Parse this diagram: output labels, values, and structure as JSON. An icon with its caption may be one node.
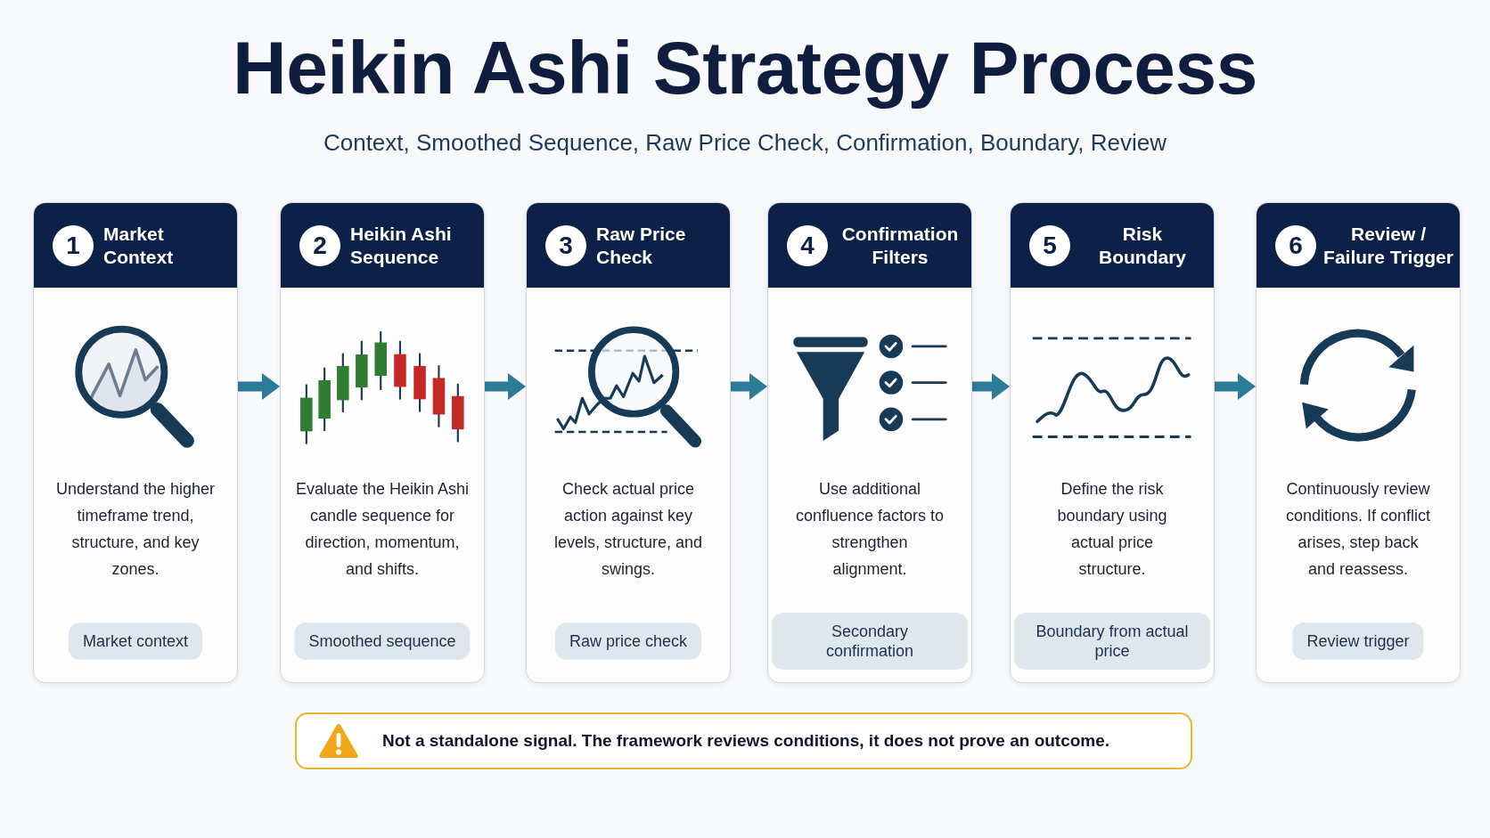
{
  "diagram": {
    "title": "Heikin Ashi Strategy Process",
    "nodes": [
      {
        "text": [
          "Market Context",
          "Understand the higher timeframe trend, structure, and key zones."
        ]
      },
      {
        "text": [
          "1"
        ],
        "in": 0
      },
      {
        "text": [
          "Market context"
        ],
        "in": 0
      },
      {
        "text": [
          "Heikin Ashi Sequence",
          "Evaluate the Heikin Ashi candle sequence for direction, momentum, and shifts."
        ]
      },
      {
        "text": [
          "2"
        ],
        "in": 3
      },
      {
        "text": [
          "Smoothed sequence"
        ],
        "in": 3
      },
      {
        "text": [
          "Raw Price Check",
          "Check actual price action against key levels, structure, and swings."
        ]
      },
      {
        "text": [
          "3"
        ],
        "in": 6
      },
      {
        "text": [
          "Raw price check"
        ],
        "in": 6
      },
      {
        "text": [
          "Confirmation Filters",
          "Use additional confluence factors to strengthen alignment."
        ]
      },
      {
        "text": [
          "4"
        ],
        "in": 9
      },
      {
        "text": [
          "Secondary confirmation"
        ],
        "in": 9
      },
      {
        "text": [
          "Risk Boundary",
          "Define the risk boundary using actual price structure."
        ]
      },
      {
        "text": [
          "5"
        ],
        "in": 12
      },
      {
        "text": [
          "Boundary from actual price"
        ],
        "in": 12
      },
      {
        "text": [
          "Review / Failure Trigger",
          "Continuously review conditions. If conflict arises, step back and reassess."
        ]
      },
      {
        "text": [
          "6"
        ],
        "in": 15
      },
      {
        "text": [
          "Review trigger"
        ],
        "in": 15
      },
      {
        "text": [
          "Not a standalone signal. The framework reviews conditions, it does not prove an outcome."
        ]
      }
    ],
    "edges": [
      {
        "from": 0,
        "to": 3,
        "arrow": "to"
      },
      {
        "from": 3,
        "to": 6,
        "arrow": "to"
      },
      {
        "from": 6,
        "to": 9,
        "arrow": "to"
      },
      {
        "from": 9,
        "to": 12,
        "arrow": "to"
      },
      {
        "from": 12,
        "to": 15,
        "arrow": "to"
      }
    ],
    "labels": [
      "Context, Smoothed Sequence, Raw Price Check, Confirmation, Boundary, Review"
    ]
  }
}
